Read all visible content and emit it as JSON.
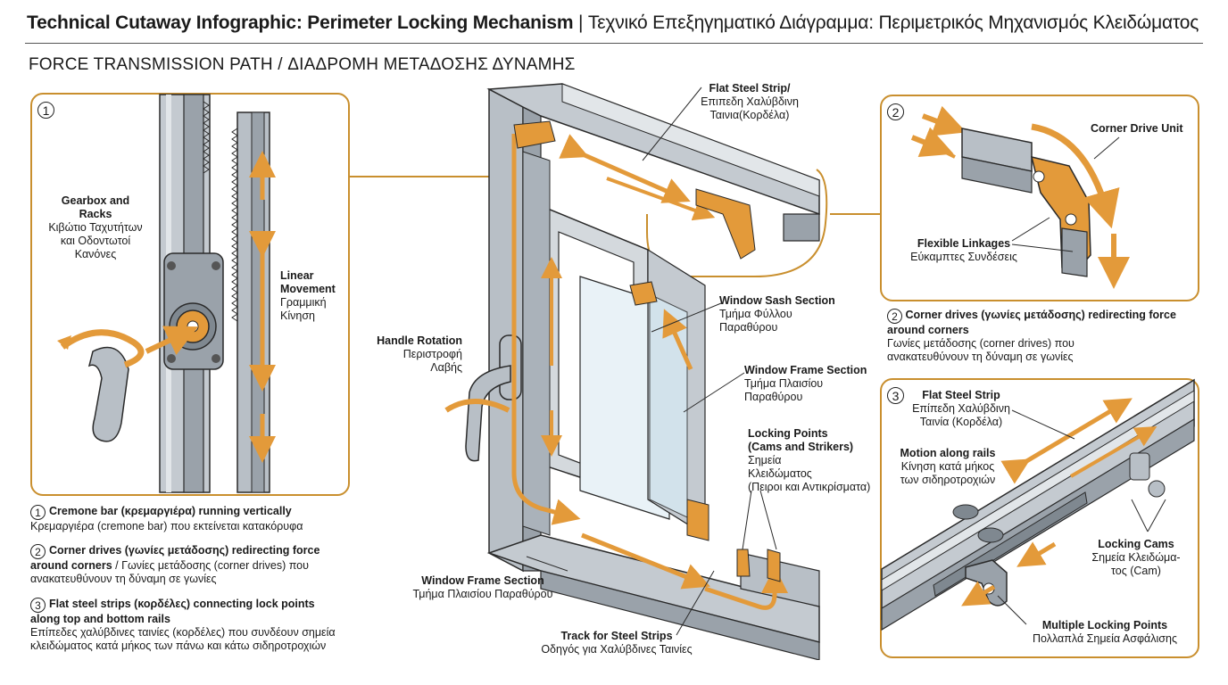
{
  "header": {
    "title_bold": "Technical Cutaway Infographic: Perimeter Locking Mechanism",
    "title_separator": "|",
    "title_greek": "Τεχνικό Επεξηγηματικό Διάγραμμα: Περιμετρικός Μηχανισμός Κλειδώματος",
    "subtitle": "FORCE TRANSMISSION PATH / ΔΙΑΔΡΟΜΗ ΜΕΤΑΔΟΣΗΣ ΔΥΝΑΜΗΣ"
  },
  "panel1": {
    "number": "1",
    "gearbox": {
      "en1": "Gearbox and",
      "en2": "Racks",
      "gr1": "Κιβώτιο Ταχυτήτων",
      "gr2": "και Οδοντωτοί",
      "gr3": "Κανόνες"
    },
    "linear": {
      "en1": "Linear",
      "en2": "Movement",
      "gr1": "Γραμμική",
      "gr2": "Κίνηση"
    }
  },
  "panel2": {
    "number": "2",
    "corner_drive_unit": "Corner Drive Unit",
    "flexible_en": "Flexible Linkages",
    "flexible_gr": "Εύκαμπτες Συνδέσεις",
    "caption": {
      "number": "2",
      "en1": "Corner drives (γωνίες μετάδοσης) redirecting force",
      "en2": "around corners",
      "gr1": "Γωνίες μετάδοσης (corner drives) που",
      "gr2": "ανακατευθύνουν τη δύναμη σε γωνίες"
    }
  },
  "panel3": {
    "number": "3",
    "strip": {
      "en": "Flat Steel Strip",
      "gr1": "Επίπεδη Χαλύβδινη",
      "gr2": "Ταινία (Κορδέλα)"
    },
    "motion": {
      "en": "Motion along rails",
      "gr1": "Κίνηση κατά μήκος",
      "gr2": "των σιδηροτροχιών"
    },
    "cams": {
      "en": "Locking Cams",
      "gr1": "Σημεία Κλειδώμα-",
      "gr2": "τος (Cam)"
    },
    "multi": {
      "en": "Multiple Locking Points",
      "gr": "Πολλαπλά Σημεία Ασφάλισης"
    }
  },
  "center": {
    "flat_strip": {
      "en": "Flat Steel Strip/",
      "gr1": "Επιπεδη Χαλύβδινη",
      "gr2": "Ταινια(Κορδέλα)"
    },
    "sash": {
      "en": "Window Sash Section",
      "gr1": "Τμήμα Φύλλου",
      "gr2": "Παραθύρου"
    },
    "frame_right": {
      "en": "Window Frame Section",
      "gr1": "Τμήμα Πλαισίου",
      "gr2": "Παραθύρου"
    },
    "handle": {
      "en": "Handle Rotation",
      "gr1": "Περιστροφή",
      "gr2": "Λαβής"
    },
    "locking": {
      "en1": "Locking Points",
      "en2": "(Cams and Strikers)",
      "gr1": "Σημεία",
      "gr2": "Κλειδώματος",
      "gr3": "(Πειροι και Αντικρίσματα)"
    },
    "frame_bottom": {
      "en": "Window Frame Section",
      "gr": "Τμήμα Πλαισίου Παραθύρου"
    },
    "track": {
      "en": "Track for Steel Strips",
      "gr": "Οδηγός για Χαλύβδινες Ταινίες"
    }
  },
  "legend": [
    {
      "number": "1",
      "en": "Cremone bar (κρεμαργιέρα) running vertically",
      "gr": "Κρεμαργιέρα (cremone bar) που εκτείνεται κατακόρυφα"
    },
    {
      "number": "2",
      "en1": "Corner drives (γωνίες μετάδοσης) redirecting force",
      "en2": "around corners",
      "sep": " / ",
      "gr1": "Γωνίες μετάδοσης (corner drives) που",
      "gr2": "ανακατευθύνουν τη δύναμη σε γωνίες"
    },
    {
      "number": "3",
      "en1": "Flat steel strips (κορδέλες) connecting lock points",
      "en2": "along top and bottom rails",
      "gr1": "Επίπεδες χαλύβδινες ταινίες (κορδέλες) που συνδέουν σημεία",
      "gr2": "κλειδώματος κατά μήκος των πάνω και κάτω σιδηροτροχιών"
    }
  ],
  "colors": {
    "accent": "#c98f2e",
    "arrow": "#e39a3a",
    "metal": "#b8bfc6",
    "metal_dark": "#8a939b",
    "outline": "#2a2a2a"
  }
}
